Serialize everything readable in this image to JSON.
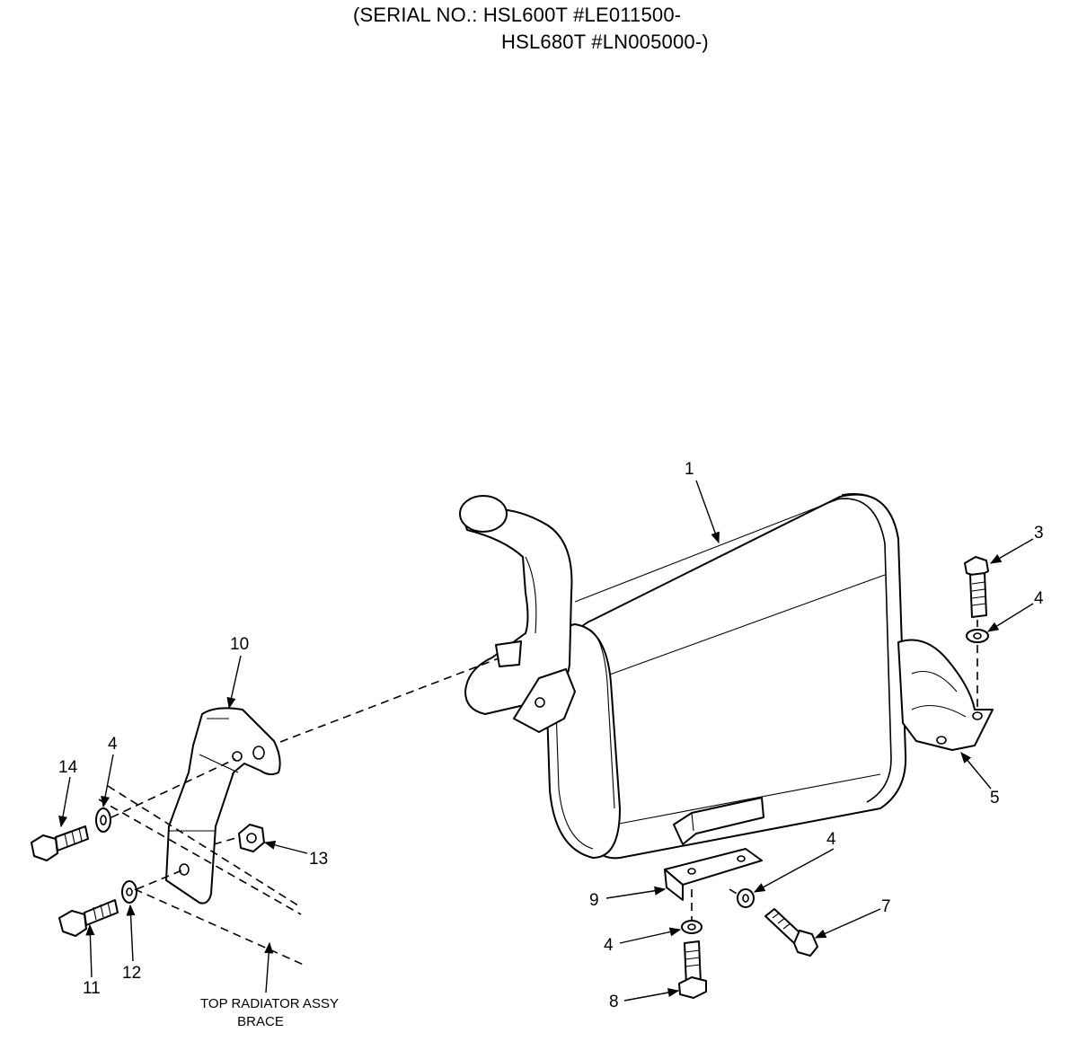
{
  "header": {
    "serial_line_1": "(SERIAL NO.: HSL600T #LE011500-",
    "serial_line_2": "HSL680T #LN005000-)"
  },
  "callouts": {
    "muffler": "1",
    "top_bolt": "3",
    "top_lockwasher": "4",
    "flange_gasket": "5",
    "bracket": "10",
    "left_lockwasher": "4",
    "left_top_bolt": "14",
    "nut": "13",
    "left_bottom_bolt": "11",
    "flat_washer": "12",
    "lower_lockwasher": "4",
    "bottom_lockwasher": "4",
    "side_bolt": "7",
    "strap_clamp": "9",
    "bottom_bolt": "8"
  },
  "notes": {
    "radiator_line_1": "TOP RADIATOR ASSY",
    "radiator_line_2": "BRACE"
  }
}
